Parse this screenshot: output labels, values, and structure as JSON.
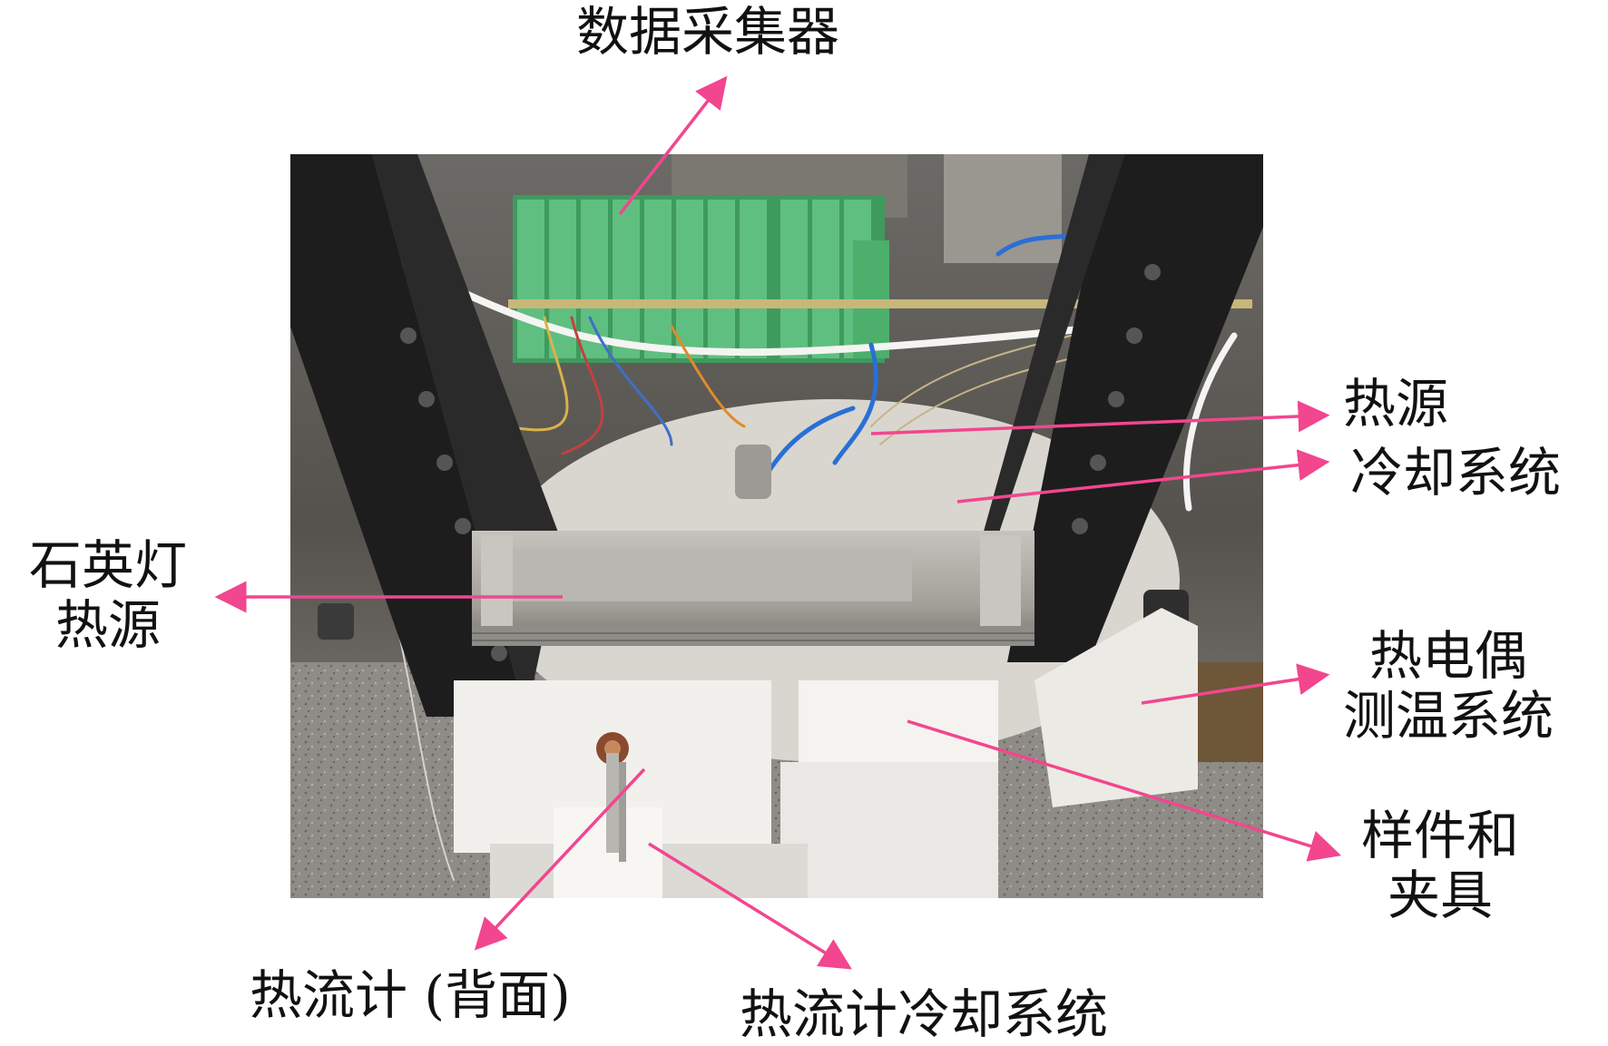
{
  "labels": {
    "daq": "数据采集器",
    "heat_source_cooling_1": "热源",
    "heat_source_cooling_2": "冷却系统",
    "quartz_lamp_1": "石英灯",
    "quartz_lamp_2": "热源",
    "thermocouple_1": "热电偶",
    "thermocouple_2": "测温系统",
    "sample_fixture_1": "样件和",
    "sample_fixture_2": "夹具",
    "heat_flux_meter": "热流计 (背面)",
    "heat_flux_cooling": "热流计冷却系统"
  },
  "colors": {
    "arrow": "#f2468f",
    "frame": "#1d1d1d",
    "module_green": "#58b87a",
    "lamp_metal": "#a8a6a0",
    "insulation": "#f1f0ec",
    "floor": "#8b8782"
  }
}
